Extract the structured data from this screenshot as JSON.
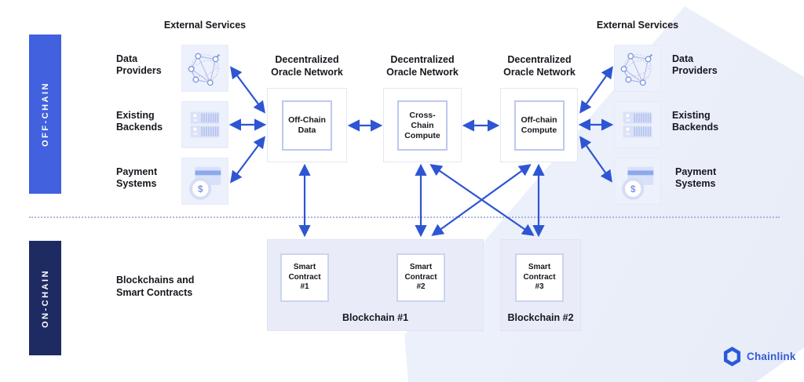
{
  "sidebar": {
    "offchain": "OFF-CHAIN",
    "onchain": "ON-CHAIN"
  },
  "external_services": {
    "left": "External Services",
    "right": "External Services"
  },
  "services": {
    "left": [
      {
        "label": "Data Providers"
      },
      {
        "label": "Existing Backends"
      },
      {
        "label": "Payment Systems"
      }
    ],
    "right": [
      {
        "label": "Data Providers"
      },
      {
        "label": "Existing Backends"
      },
      {
        "label": "Payment Systems"
      }
    ]
  },
  "oracle_networks": [
    {
      "title": "Decentralized Oracle Network",
      "box": "Off-Chain Data"
    },
    {
      "title": "Decentralized Oracle Network",
      "box": "Cross-Chain Compute"
    },
    {
      "title": "Decentralized Oracle Network",
      "box": "Off-chain Compute"
    }
  ],
  "onchain_section": {
    "label": "Blockchains and Smart Contracts",
    "blockchains": [
      {
        "name": "Blockchain #1",
        "contracts": [
          "Smart Contract #1",
          "Smart Contract #2"
        ]
      },
      {
        "name": "Blockchain #2",
        "contracts": [
          "Smart Contract #3"
        ]
      }
    ]
  },
  "logo": {
    "text": "Chainlink"
  },
  "colors": {
    "arrow": "#2e55d3",
    "offchain_bar": "#4161de",
    "onchain_bar": "#1e2a62",
    "brand_blue": "#375bd2"
  }
}
